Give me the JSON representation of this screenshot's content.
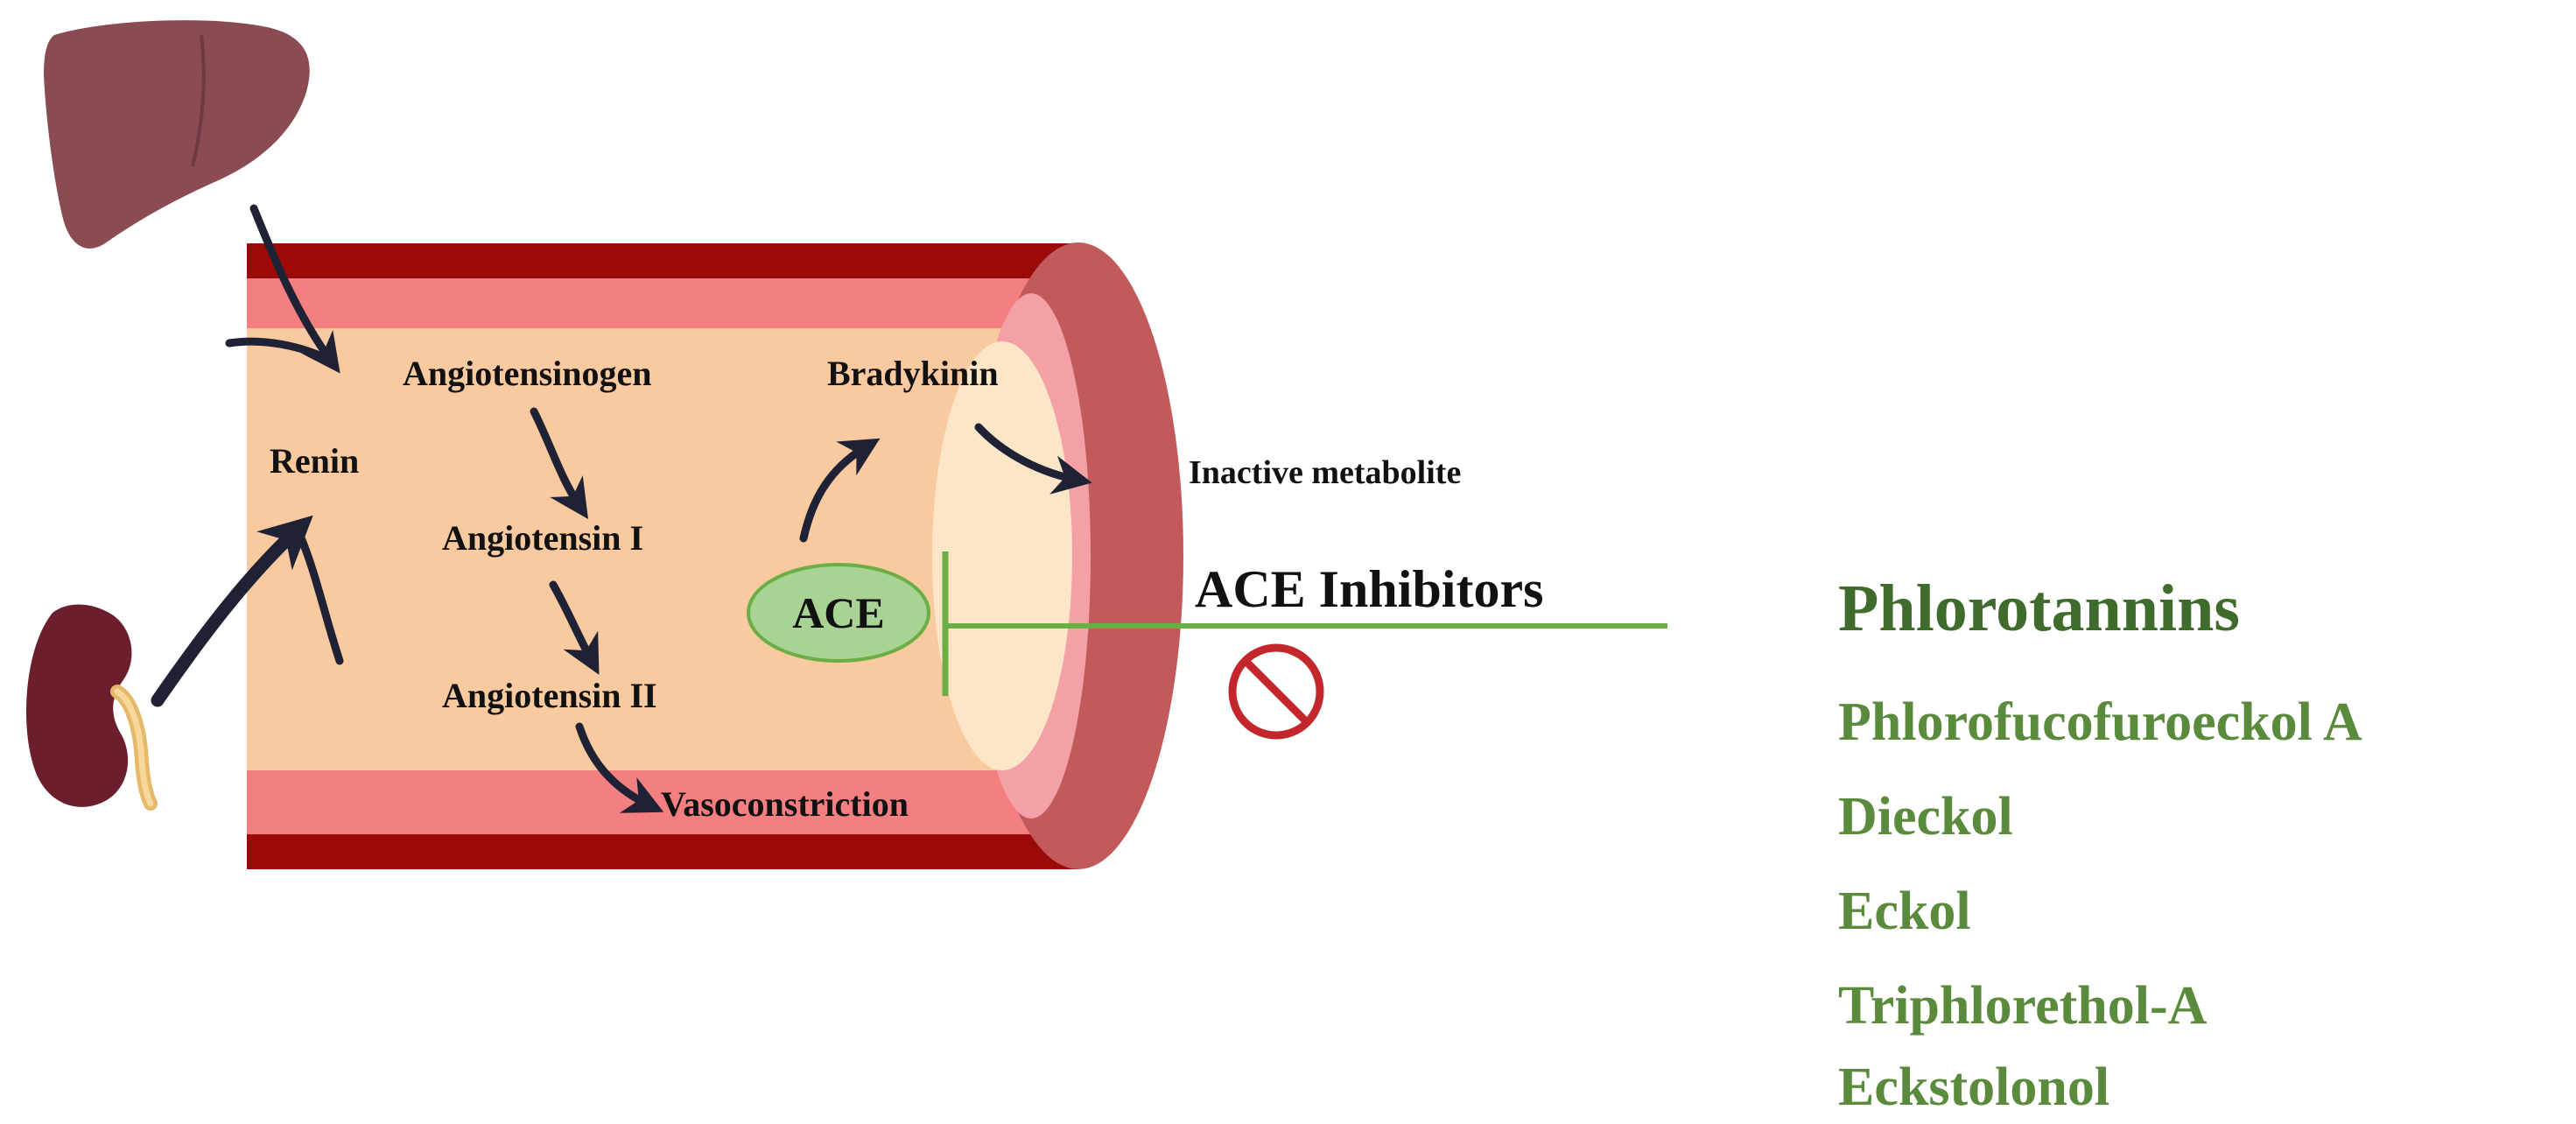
{
  "labels": {
    "renin": "Renin",
    "angiotensinogen": "Angiotensinogen",
    "angiotensin_1": "Angiotensin I",
    "angiotensin_2": "Angiotensin II",
    "vasoconstriction": "Vasoconstriction",
    "bradykinin": "Bradykinin",
    "inactive_metabolite": "Inactive metabolite",
    "ace": "ACE",
    "ace_inhibitors": "ACE Inhibitors"
  },
  "compounds": {
    "heading": "Phlorotannins",
    "items": [
      "Phlorofucofuroeckol A",
      "Dieckol",
      "Eckol",
      "Triphlorethol-A",
      "Eckstolonol"
    ]
  },
  "icons": {
    "organ_top": "liver-icon",
    "organ_bottom": "kidney-icon",
    "prohibition": "prohibition-icon"
  },
  "colors": {
    "vessel_outer": "#9b0a08",
    "vessel_inner_wall": "#f47f80",
    "vessel_lumen": "#f9c9a0",
    "vessel_rim": "#c25a5c",
    "ace_fill": "#a9d394",
    "inhibition_line": "#6aae45",
    "prohibition": "#c3272b",
    "compound_heading": "#3f6b2c",
    "compound_items": "#5a8a3c",
    "liver": "#8a4b53",
    "kidney": "#6b1f2d"
  }
}
